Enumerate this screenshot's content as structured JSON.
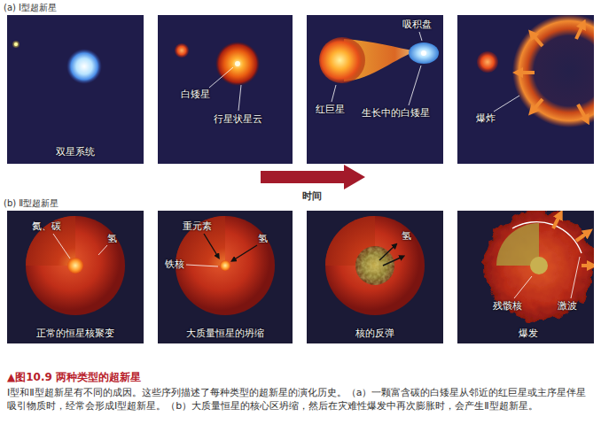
{
  "diagram": {
    "title": "▲图10.9 两种类型的超新星",
    "caption": "Ⅰ型和Ⅱ型超新星有不同的成因。这些序列描述了每种类型的超新星的演化历史。（a）一颗富含碳的白矮星从邻近的红巨星或主序星伴星吸引物质时，经常会形成Ⅰ型超新星。（b）大质量恒星的核心区坍缩，然后在灾难性爆发中再次膨胀时，会产生Ⅱ型超新星。",
    "nodes": [
      {
        "text": [
          "双星系统"
        ]
      },
      {
        "text": [
          "白矮星",
          "行星状星云"
        ]
      },
      {
        "text": [
          "吸积盘",
          "红巨星",
          "生长中的白矮星"
        ]
      },
      {
        "text": [
          "爆炸"
        ]
      },
      {
        "text": [
          "氦、碳",
          "氢",
          "正常的恒星核聚变"
        ]
      },
      {
        "text": [
          "重元素",
          "氢",
          "铁核",
          "大质量恒星的坍缩"
        ]
      },
      {
        "text": [
          "氢",
          "核的反弹"
        ]
      },
      {
        "text": [
          "残骸核",
          "激波",
          "爆发"
        ]
      }
    ],
    "labels": [
      "(a) Ⅰ型超新星",
      "时间",
      "(b) Ⅱ型超新星"
    ]
  }
}
